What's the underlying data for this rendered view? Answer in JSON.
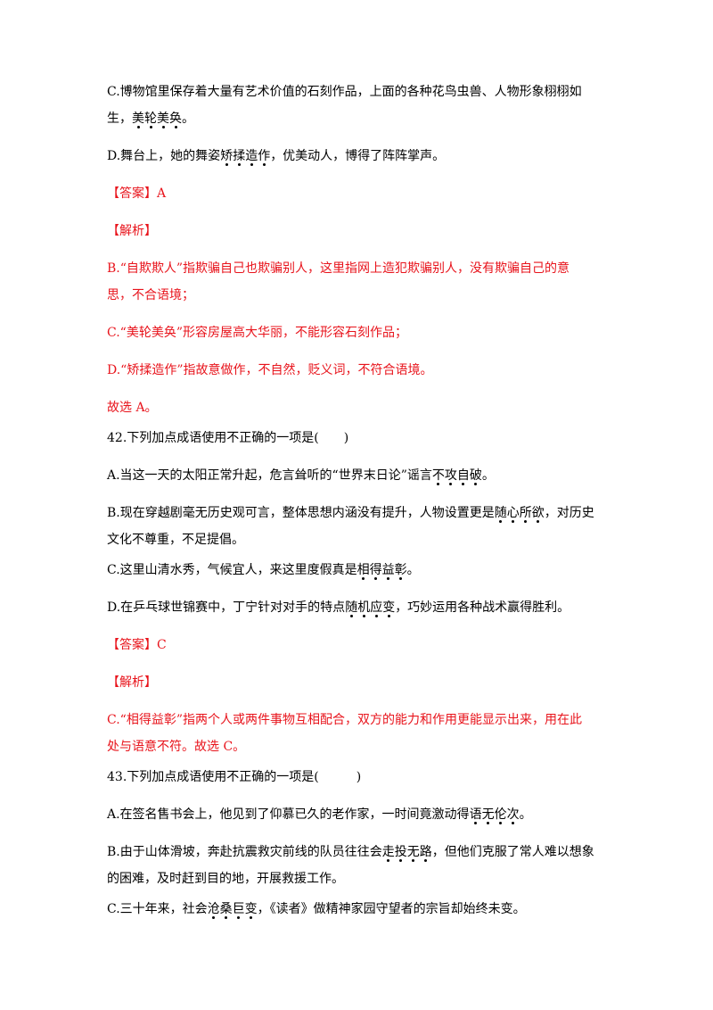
{
  "q41": {
    "optC_1": "C.博物馆里保存着大量有艺术价值的石刻作品，上面的各种花鸟虫兽、人物形象栩栩如",
    "optC_2_pre": "生，",
    "optC_2_idiom": [
      "美",
      "轮",
      "美",
      "奂"
    ],
    "optC_2_post": "。",
    "optD_pre": "D.舞台上，她的舞姿",
    "optD_idiom": [
      "矫",
      "揉",
      "造",
      "作"
    ],
    "optD_post": "，优美动人，博得了阵阵掌声。",
    "answer_label": "【答案】",
    "answer_value": "A",
    "analysis_label": "【解析】",
    "analysis_B_1": "B.“自欺欺人”指欺骗自己也欺骗别人，这里指网上造犯欺骗别人，没有欺骗自己的意",
    "analysis_B_2": "思，不合语境；",
    "analysis_C": "C.“美轮美奂”形容房屋高大华丽，不能形容石刻作品；",
    "analysis_D": "D.“矫揉造作”指故意做作，不自然，贬义词，不符合语境。",
    "conclusion": "故选 A。"
  },
  "q42": {
    "stem": "42.下列加点成语使用不正确的一项是(　　)",
    "optA_pre": "A.当这一天的太阳正常升起，危言耸听的“世界末日论”谣言",
    "optA_idiom": [
      "不",
      "攻",
      "自",
      "破"
    ],
    "optA_post": "。",
    "optB_1_pre": "B.现在穿越剧毫无历史观可言，整体思想内涵没有提升，人物设置更是",
    "optB_1_idiom": [
      "随",
      "心",
      "所",
      "欲"
    ],
    "optB_1_post": "，对历史",
    "optB_2": "文化不尊重，不足提倡。",
    "optC_pre": "C.这里山清水秀，气候宜人，来这里度假真是",
    "optC_idiom": [
      "相",
      "得",
      "益",
      "彰"
    ],
    "optC_post": "。",
    "optD_pre": "D.在乒乓球世锦赛中，丁宁针对对手的特点",
    "optD_idiom": [
      "随",
      "机",
      "应",
      "变"
    ],
    "optD_post": "，巧妙运用各种战术赢得胜利。",
    "answer_label": "【答案】",
    "answer_value": "C",
    "analysis_label": "【解析】",
    "analysis_1": "C.“相得益彰”指两个人或两件事物互相配合，双方的能力和作用更能显示出来，用在此",
    "analysis_2": "处与语意不符。故选 C。"
  },
  "q43": {
    "stem": "43.下列加点成语使用不正确的一项是(　　　)",
    "optA_pre": "A.在签名售书会上，他见到了仰慕已久的老作家，一时间竟激动得",
    "optA_idiom": [
      "语",
      "无",
      "伦",
      "次"
    ],
    "optA_post": "。",
    "optB_1_pre": "B.由于山体滑坡，奔赴抗震救灾前线的队员往往会",
    "optB_1_idiom": [
      "走",
      "投",
      "无",
      "路"
    ],
    "optB_1_post": "，但他们克服了常人难以想象",
    "optB_2": "的困难，及时赶到目的地，开展救援工作。",
    "optC_pre": "C.三十年来，社会",
    "optC_idiom": [
      "沧",
      "桑",
      "巨",
      "变"
    ],
    "optC_post": "，《读者》做精神家园守望者的宗旨却始终未变。"
  }
}
